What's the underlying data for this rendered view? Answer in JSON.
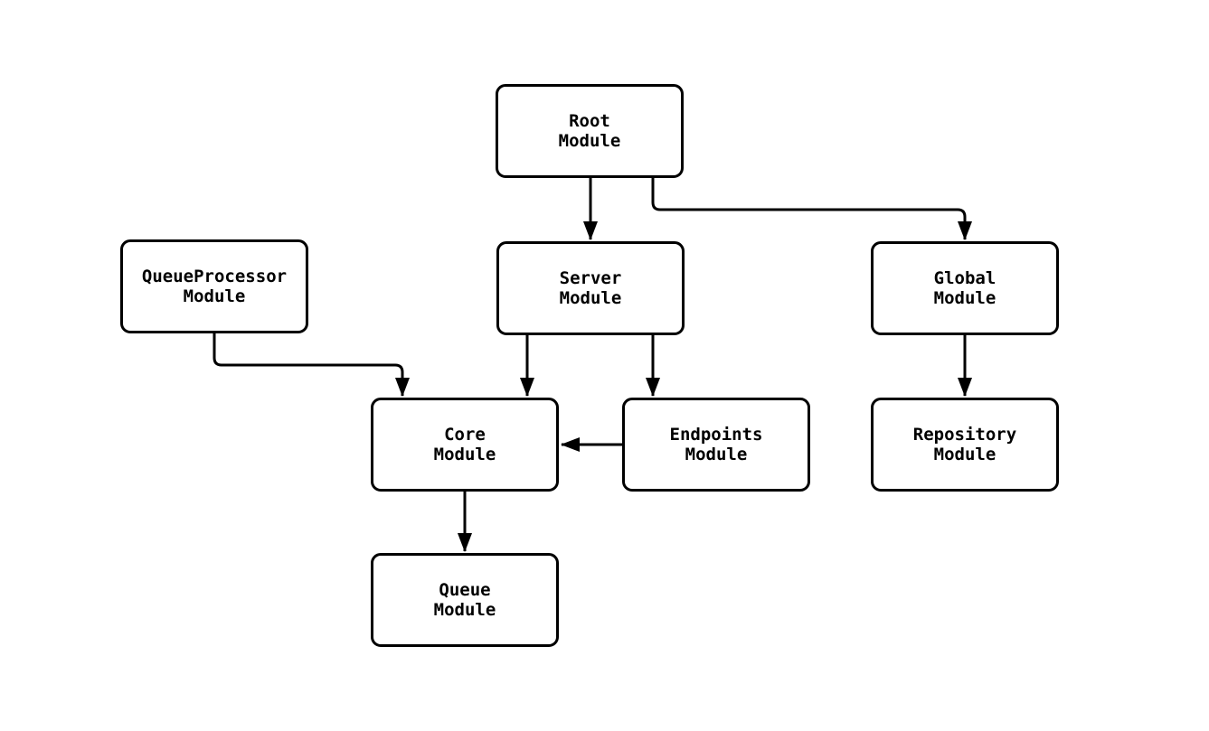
{
  "diagram": {
    "background_color": "#ffffff",
    "node_fill_color": "#ffffff",
    "line_color": "#000000",
    "text_color": "#000000",
    "nodes": [
      {
        "id": "root",
        "label": "Root\nModule"
      },
      {
        "id": "server",
        "label": "Server\nModule"
      },
      {
        "id": "global",
        "label": "Global\nModule"
      },
      {
        "id": "queueprocessor",
        "label": "QueueProcessor\nModule"
      },
      {
        "id": "core",
        "label": "Core\nModule"
      },
      {
        "id": "endpoints",
        "label": "Endpoints\nModule"
      },
      {
        "id": "repository",
        "label": "Repository\nModule"
      },
      {
        "id": "queue",
        "label": "Queue\nModule"
      }
    ],
    "edges": [
      {
        "from": "root",
        "to": "server"
      },
      {
        "from": "root",
        "to": "global"
      },
      {
        "from": "queueprocessor",
        "to": "core"
      },
      {
        "from": "server",
        "to": "core"
      },
      {
        "from": "server",
        "to": "endpoints"
      },
      {
        "from": "endpoints",
        "to": "core"
      },
      {
        "from": "global",
        "to": "repository"
      },
      {
        "from": "core",
        "to": "queue"
      }
    ]
  }
}
